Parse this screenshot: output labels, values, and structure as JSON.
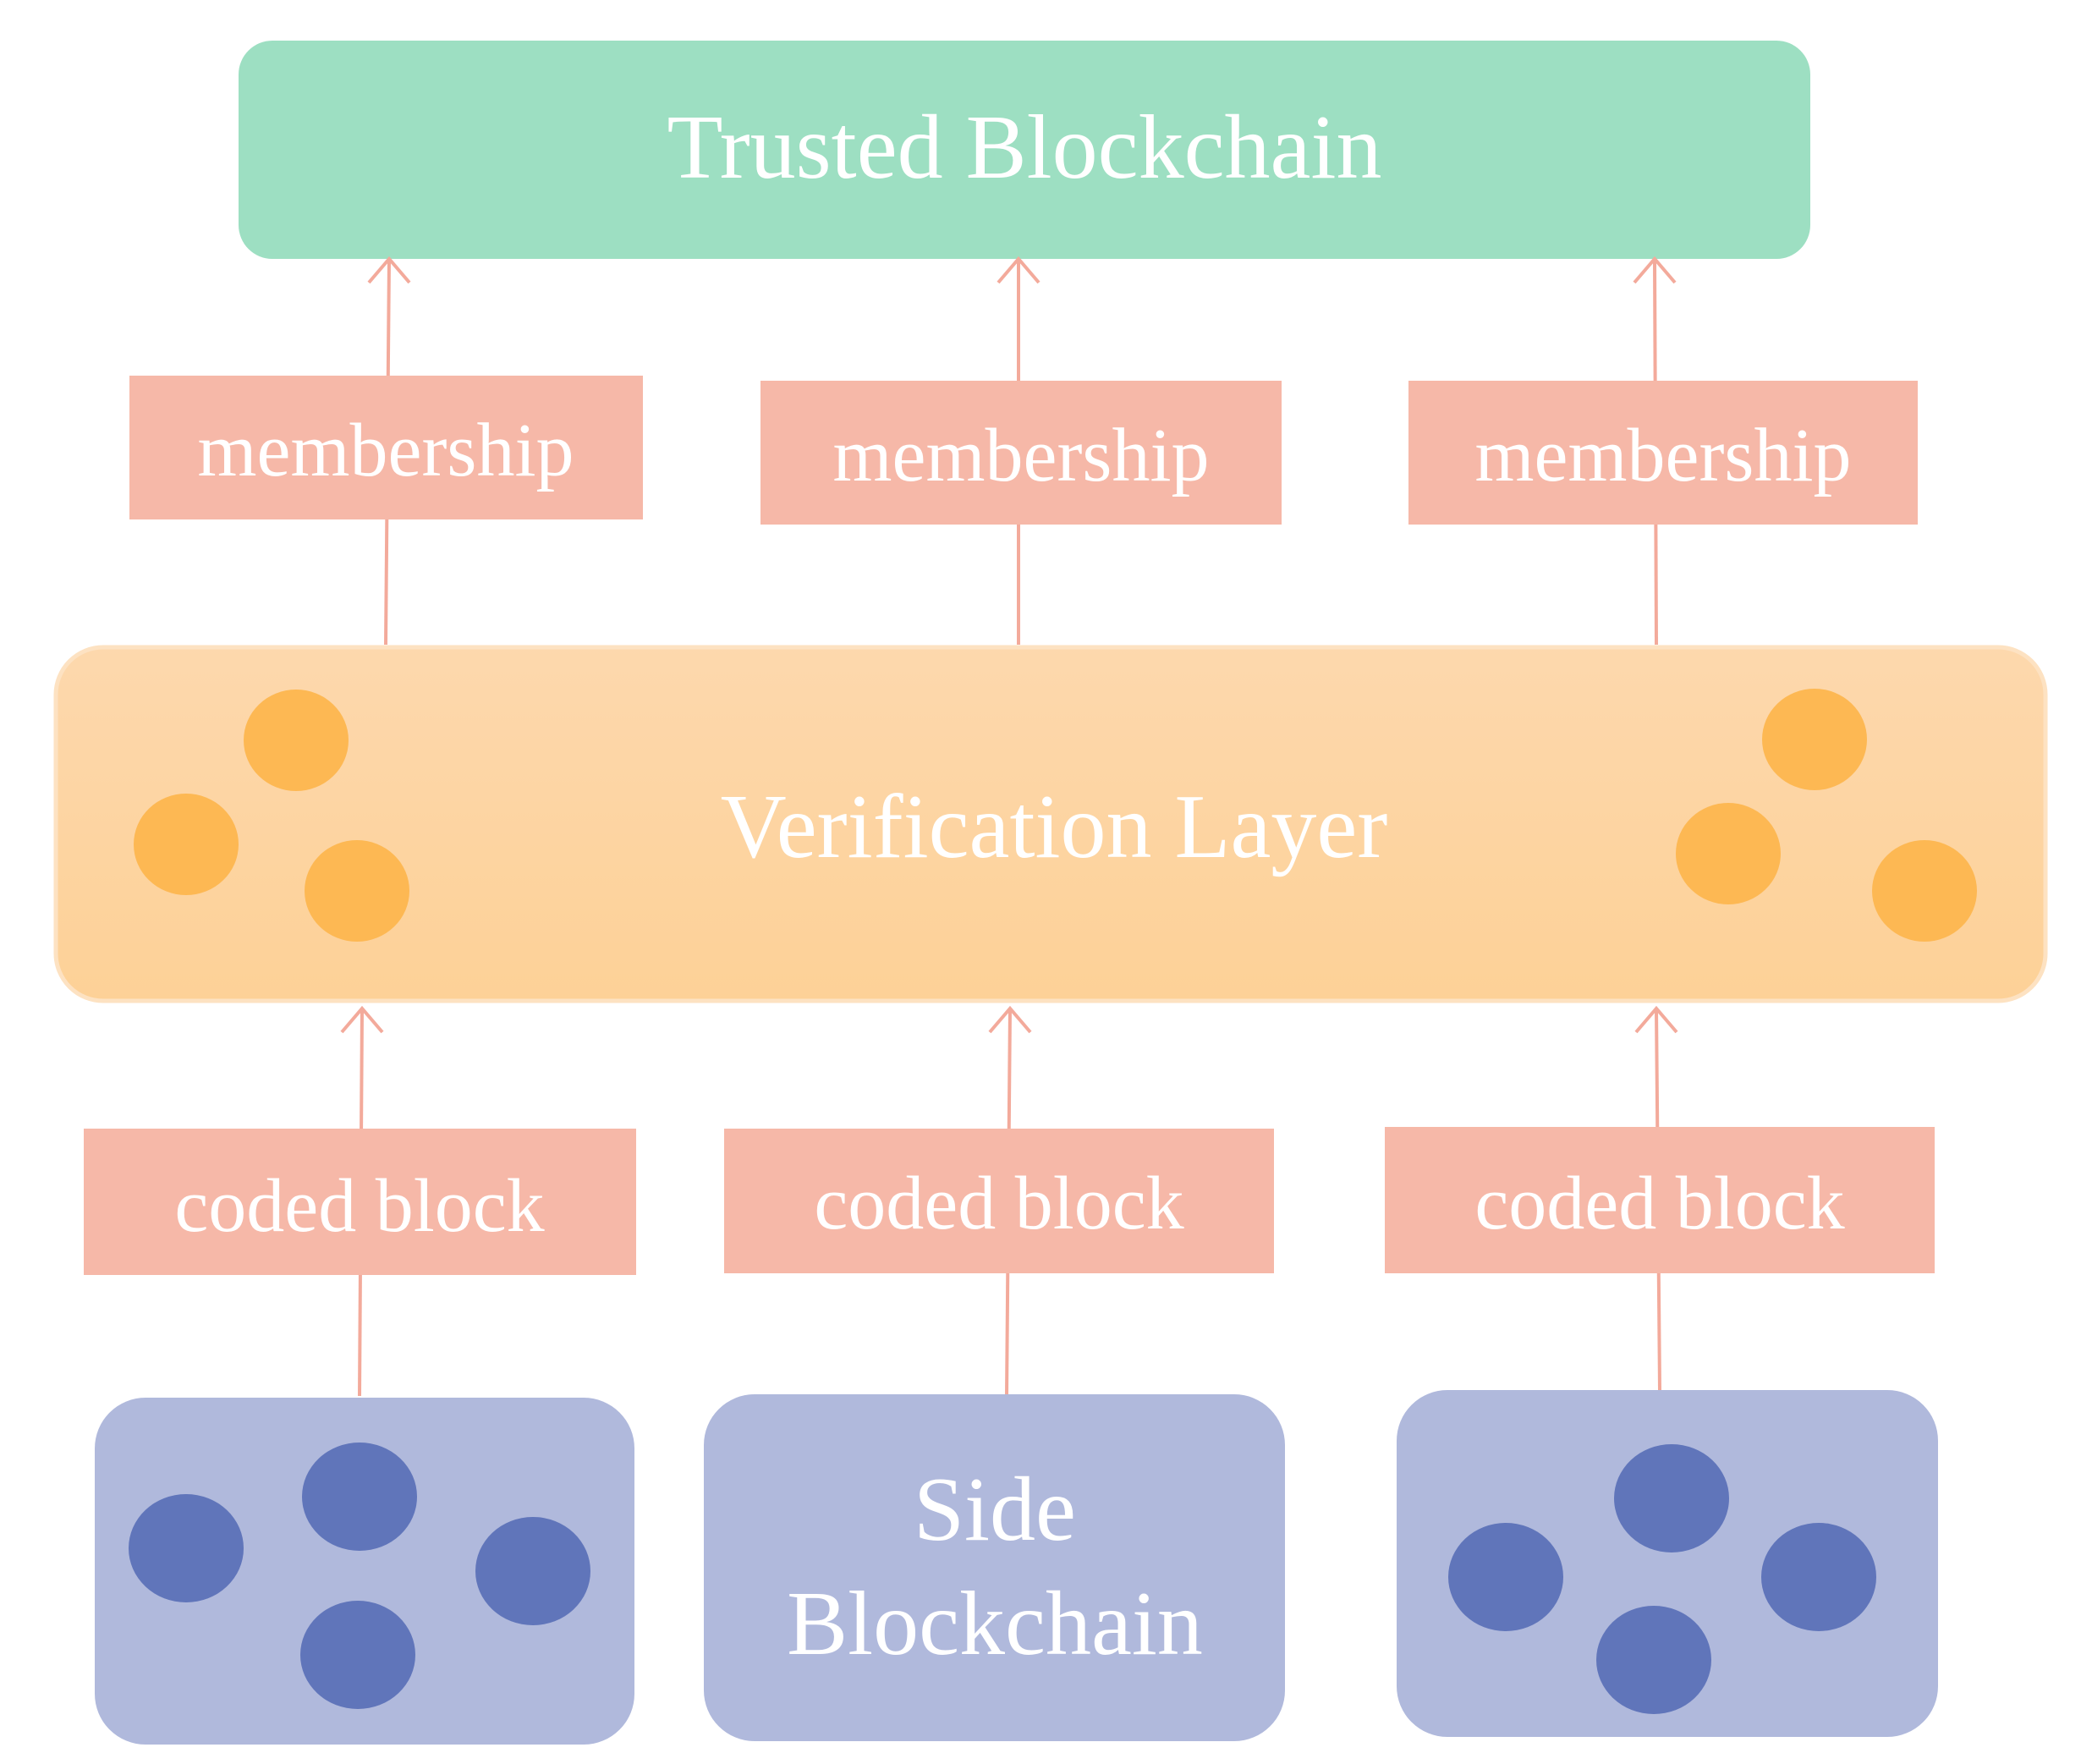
{
  "colors": {
    "trusted_fill": "#9ddfc2",
    "verification_fill_top": "#fdd6a8",
    "verification_fill_bottom": "#fdd198",
    "verification_node": "#fdb853",
    "label_fill": "#f6b8a8",
    "arrow": "#f3aa9b",
    "side_fill": "#b0b9dc",
    "side_node": "#6075ba",
    "text": "#ffffff"
  },
  "trusted_blockchain": {
    "label": "Trusted Blockchain"
  },
  "verification_layer": {
    "label": "Verification Layer"
  },
  "membership_labels": [
    "membership",
    "membership",
    "membership"
  ],
  "coded_block_labels": [
    "coded block",
    "coded block",
    "coded block"
  ],
  "side_blockchain": {
    "line1": "Side",
    "line2": "Blockchain"
  }
}
